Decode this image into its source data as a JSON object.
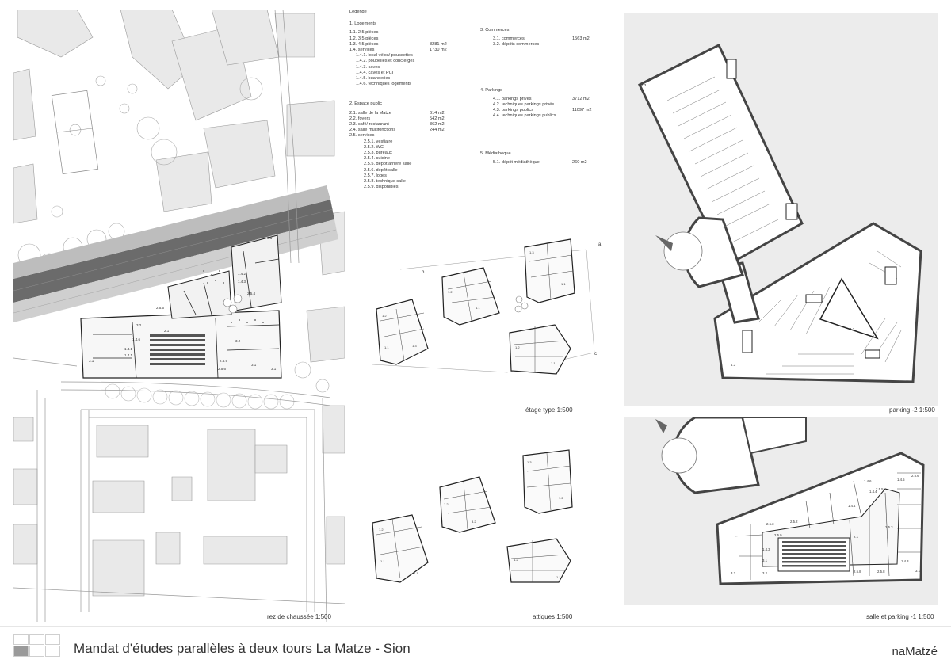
{
  "legend": {
    "title": "Légende",
    "sections": [
      {
        "title": "1. Logements",
        "items": [
          {
            "label": "1.1.  2.5 pièces",
            "value": "",
            "indent": "ind1"
          },
          {
            "label": "1.2.  3.5 pièces",
            "value": "",
            "indent": "ind1"
          },
          {
            "label": "1.3.  4.5 pièces",
            "value": "8281 m2",
            "indent": "ind1"
          },
          {
            "label": "1.4.  services",
            "value": "1730 m2",
            "indent": "ind1"
          },
          {
            "label": "1.4.1. local vélos/ poussettes",
            "value": "",
            "indent": "ind2"
          },
          {
            "label": "1.4.2. poubelles et concierges",
            "value": "",
            "indent": "ind2"
          },
          {
            "label": "1.4.3. caves",
            "value": "",
            "indent": "ind2"
          },
          {
            "label": "1.4.4. caves et PCI",
            "value": "",
            "indent": "ind2"
          },
          {
            "label": "1.4.5. buanderies",
            "value": "",
            "indent": "ind2"
          },
          {
            "label": "1.4.6. techniques logements",
            "value": "",
            "indent": "ind2"
          }
        ]
      },
      {
        "title": "2. Espace public",
        "items": [
          {
            "label": "2.1. salle de la Matze",
            "value": "614 m2",
            "indent": "ind1"
          },
          {
            "label": "2.2. foyers",
            "value": "542 m2",
            "indent": "ind1"
          },
          {
            "label": "2.3. café/ restaurant",
            "value": "362 m2",
            "indent": "ind1"
          },
          {
            "label": "2.4. salle multifonctions",
            "value": "244 m2",
            "indent": "ind1"
          },
          {
            "label": "2.5. services",
            "value": "",
            "indent": "ind1"
          },
          {
            "label": "2.5.1. vestiaire",
            "value": "",
            "indent": "ind3"
          },
          {
            "label": "2.5.2. WC",
            "value": "",
            "indent": "ind3"
          },
          {
            "label": "2.5.3. bureaux",
            "value": "",
            "indent": "ind3"
          },
          {
            "label": "2.5.4. cuisine",
            "value": "",
            "indent": "ind3"
          },
          {
            "label": "2.5.5. dépôt arrière salle",
            "value": "",
            "indent": "ind3"
          },
          {
            "label": "2.5.6. dépôt salle",
            "value": "",
            "indent": "ind3"
          },
          {
            "label": "2.5.7. loges",
            "value": "",
            "indent": "ind3"
          },
          {
            "label": "2.5.8. technique salle",
            "value": "",
            "indent": "ind3"
          },
          {
            "label": "2.5.9. disponibles",
            "value": "",
            "indent": "ind3"
          }
        ]
      },
      {
        "title": "3. Commerces",
        "items": [
          {
            "label": "3.1. commerces",
            "value": "1563 m2",
            "indent": "ind1b"
          },
          {
            "label": "3.2. dépôts commerces",
            "value": "",
            "indent": "ind1b"
          }
        ]
      },
      {
        "title": "4. Parkings",
        "items": [
          {
            "label": "4.1. parkings privés",
            "value": "3712 m2",
            "indent": "ind1b"
          },
          {
            "label": "4.2. techniques parkings privés",
            "value": "",
            "indent": "ind1b"
          },
          {
            "label": "4.3. parkings publics",
            "value": "11097 m2",
            "indent": "ind1b"
          },
          {
            "label": "4.4. techniques parkings publics",
            "value": "",
            "indent": "ind1b"
          }
        ]
      },
      {
        "title": "5. Médiathèque",
        "items": [
          {
            "label": "5.1. dépôt médiathèque",
            "value": "260 m2",
            "indent": "ind1b"
          }
        ]
      }
    ]
  },
  "captions": {
    "rez": "rez de chaussée 1:500",
    "etage": "étage type 1:500",
    "attiques": "attiques 1:500",
    "parking2": "parking -2 1:500",
    "salle": "salle et parking -1 1:500"
  },
  "plan_labels": {
    "rez": [
      "3.1",
      "1.4.2",
      "1.4.3",
      "2.5.4",
      "2.5.5",
      "3.2",
      "1.4.6",
      "2.1",
      "3.2",
      "1.4.1",
      "1.4.1",
      "2.5.9",
      "3.1",
      "3.1",
      "3.1",
      "2.5.6"
    ],
    "parking2": [
      "4.3",
      "4.3",
      "4.3"
    ],
    "salle": [
      "1.4.5",
      "2.5.6",
      "1.4.6",
      "1.4.4",
      "2.5.5",
      "1.4.4",
      "2.5.9",
      "2.5.3",
      "2.5.2",
      "2.1",
      "2.5.3",
      "1.4.3",
      "3.1",
      "3.2",
      "1.4.3",
      "3.1",
      "3.2",
      "2.5.8",
      "2.5.8"
    ],
    "etage_markers": [
      "a",
      "b",
      "c"
    ]
  },
  "footer": {
    "title": "Mandat d'études parallèles à deux tours La Matze - Sion",
    "brand": "naMatzé"
  }
}
